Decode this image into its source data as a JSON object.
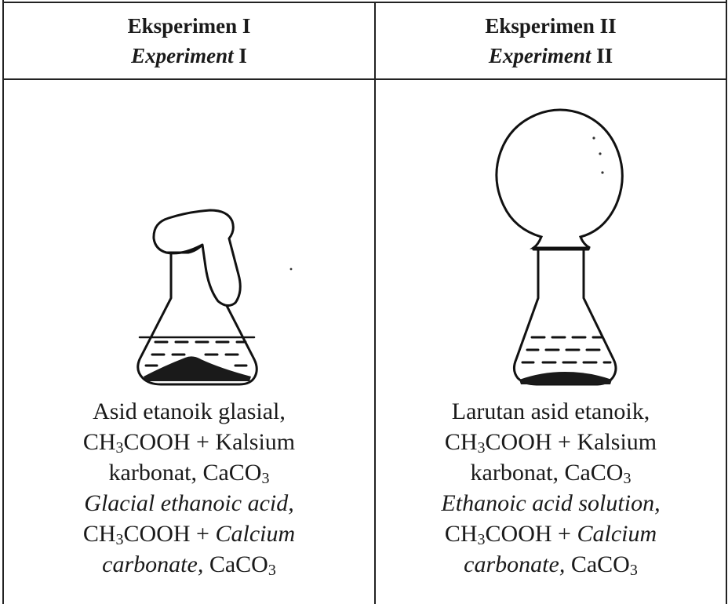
{
  "experiment_1": {
    "title_ms": "Eksperimen I",
    "title_en_word": "Experiment",
    "title_en_num": "I",
    "caption": {
      "line1": "Asid etanoik glasial,",
      "line2_a": "CH",
      "line2_sub": "3",
      "line2_b": "COOH + Kalsium",
      "line3_a": "karbonat, CaCO",
      "line3_sub": "3",
      "line4": "Glacial ethanoic acid,",
      "line5_a": "CH",
      "line5_sub": "3",
      "line5_b": "COOH + ",
      "line5_c": "Calcium",
      "line6_a": "carbonate,",
      "line6_b": " CaCO",
      "line6_sub": "3"
    }
  },
  "experiment_2": {
    "title_ms": "Eksperimen II",
    "title_en_word": "Experiment",
    "title_en_num": "II",
    "caption": {
      "line1": "Larutan asid etanoik,",
      "line2_a": "CH",
      "line2_sub": "3",
      "line2_b": "COOH + Kalsium",
      "line3_a": "karbonat, CaCO",
      "line3_sub": "3",
      "line4": "Ethanoic acid solution,",
      "line5_a": "CH",
      "line5_sub": "3",
      "line5_b": "COOH + ",
      "line5_c": "Calcium",
      "line6_a": "carbonate,",
      "line6_b": " CaCO",
      "line6_sub": "3"
    }
  }
}
